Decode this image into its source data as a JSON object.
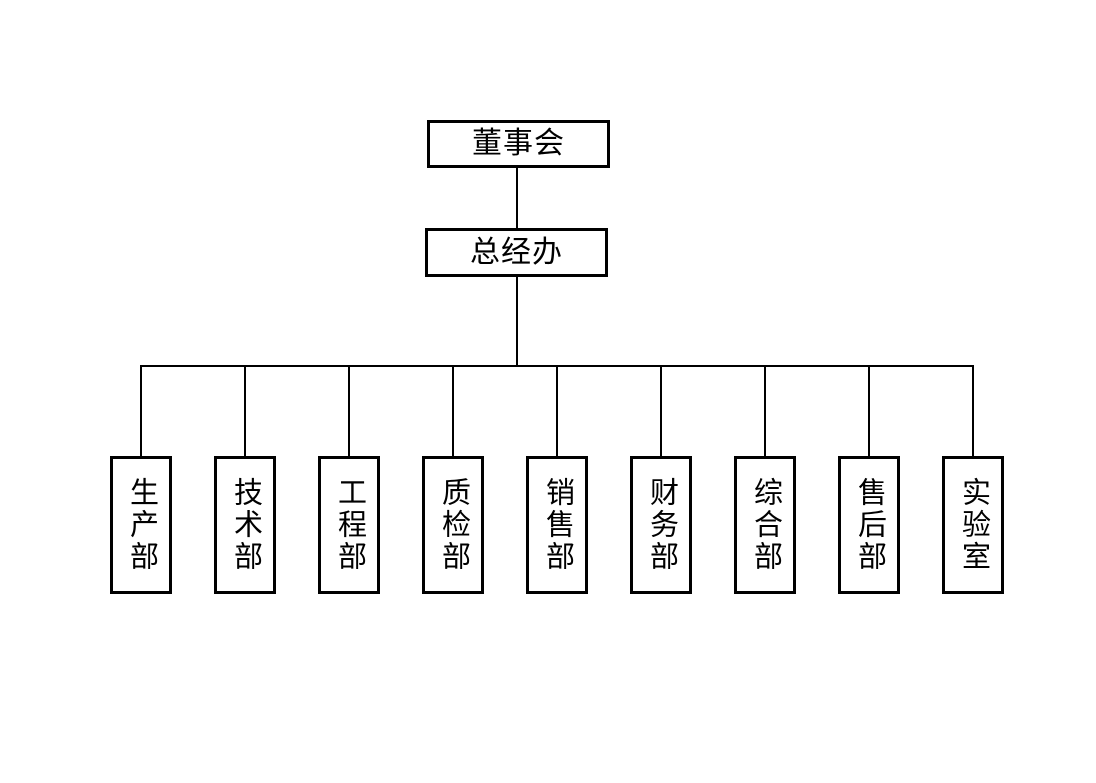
{
  "org_chart": {
    "root": {
      "label": "董事会"
    },
    "level2": {
      "label": "总经办"
    },
    "departments": [
      {
        "label": "生产部"
      },
      {
        "label": "技术部"
      },
      {
        "label": "工程部"
      },
      {
        "label": "质检部"
      },
      {
        "label": "销售部"
      },
      {
        "label": "财务部"
      },
      {
        "label": "综合部"
      },
      {
        "label": "售后部"
      },
      {
        "label": "实验室"
      }
    ]
  },
  "colors": {
    "line": "#000000",
    "box_border": "#000000",
    "text": "#000000",
    "background": "#ffffff"
  }
}
